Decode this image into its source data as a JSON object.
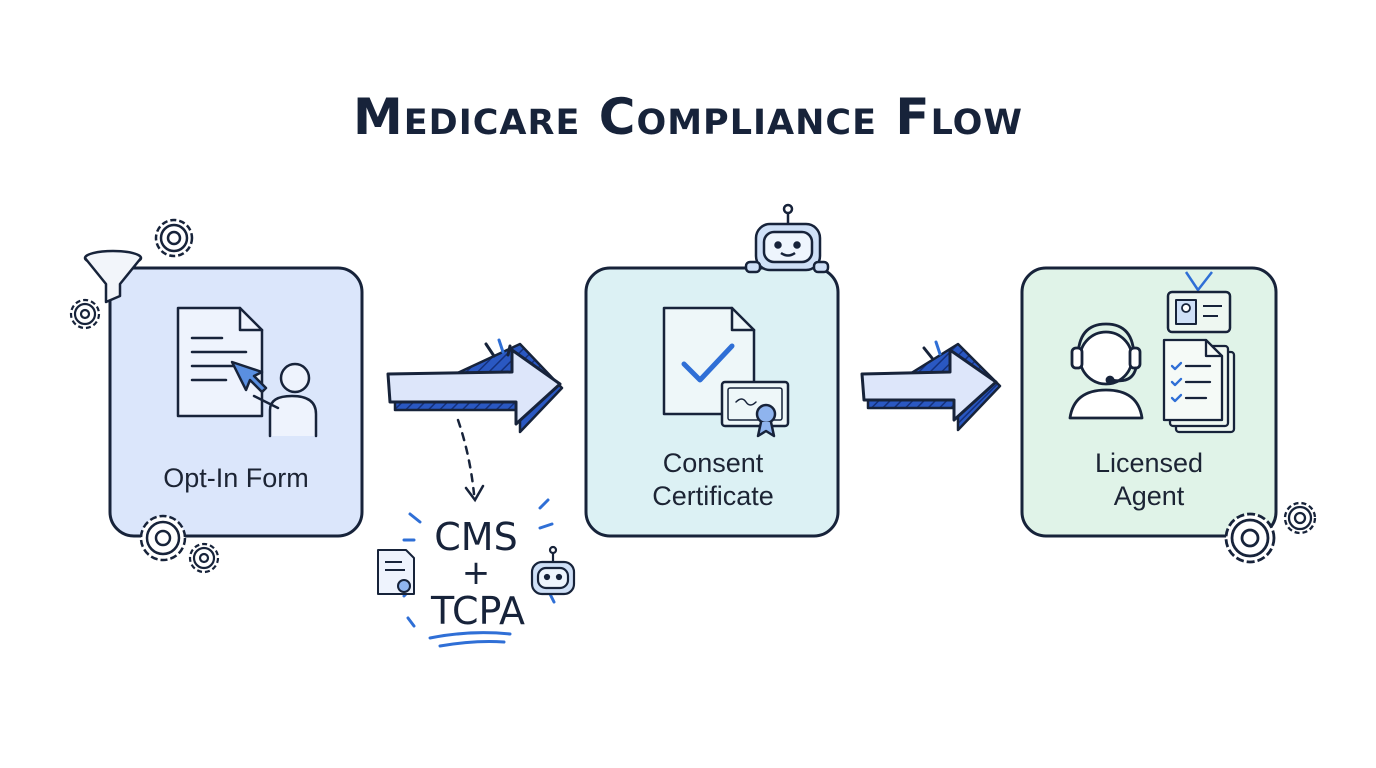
{
  "title": "Medicare Compliance Flow",
  "steps": [
    {
      "label": "Opt-In Form"
    },
    {
      "label_line1": "Consent",
      "label_line2": "Certificate"
    },
    {
      "label_line1": "Licensed",
      "label_line2": "Agent"
    }
  ],
  "regulation": {
    "top": "CMS",
    "joiner": "+",
    "bottom": "TCPA"
  },
  "colors": {
    "ink": "#17233a",
    "box1_fill": "#dbe6fb",
    "box2_fill": "#dcf1f4",
    "box3_fill": "#e0f3e8",
    "arrow_fill": "#dde6fa",
    "accent_blue": "#2f6fd6"
  }
}
